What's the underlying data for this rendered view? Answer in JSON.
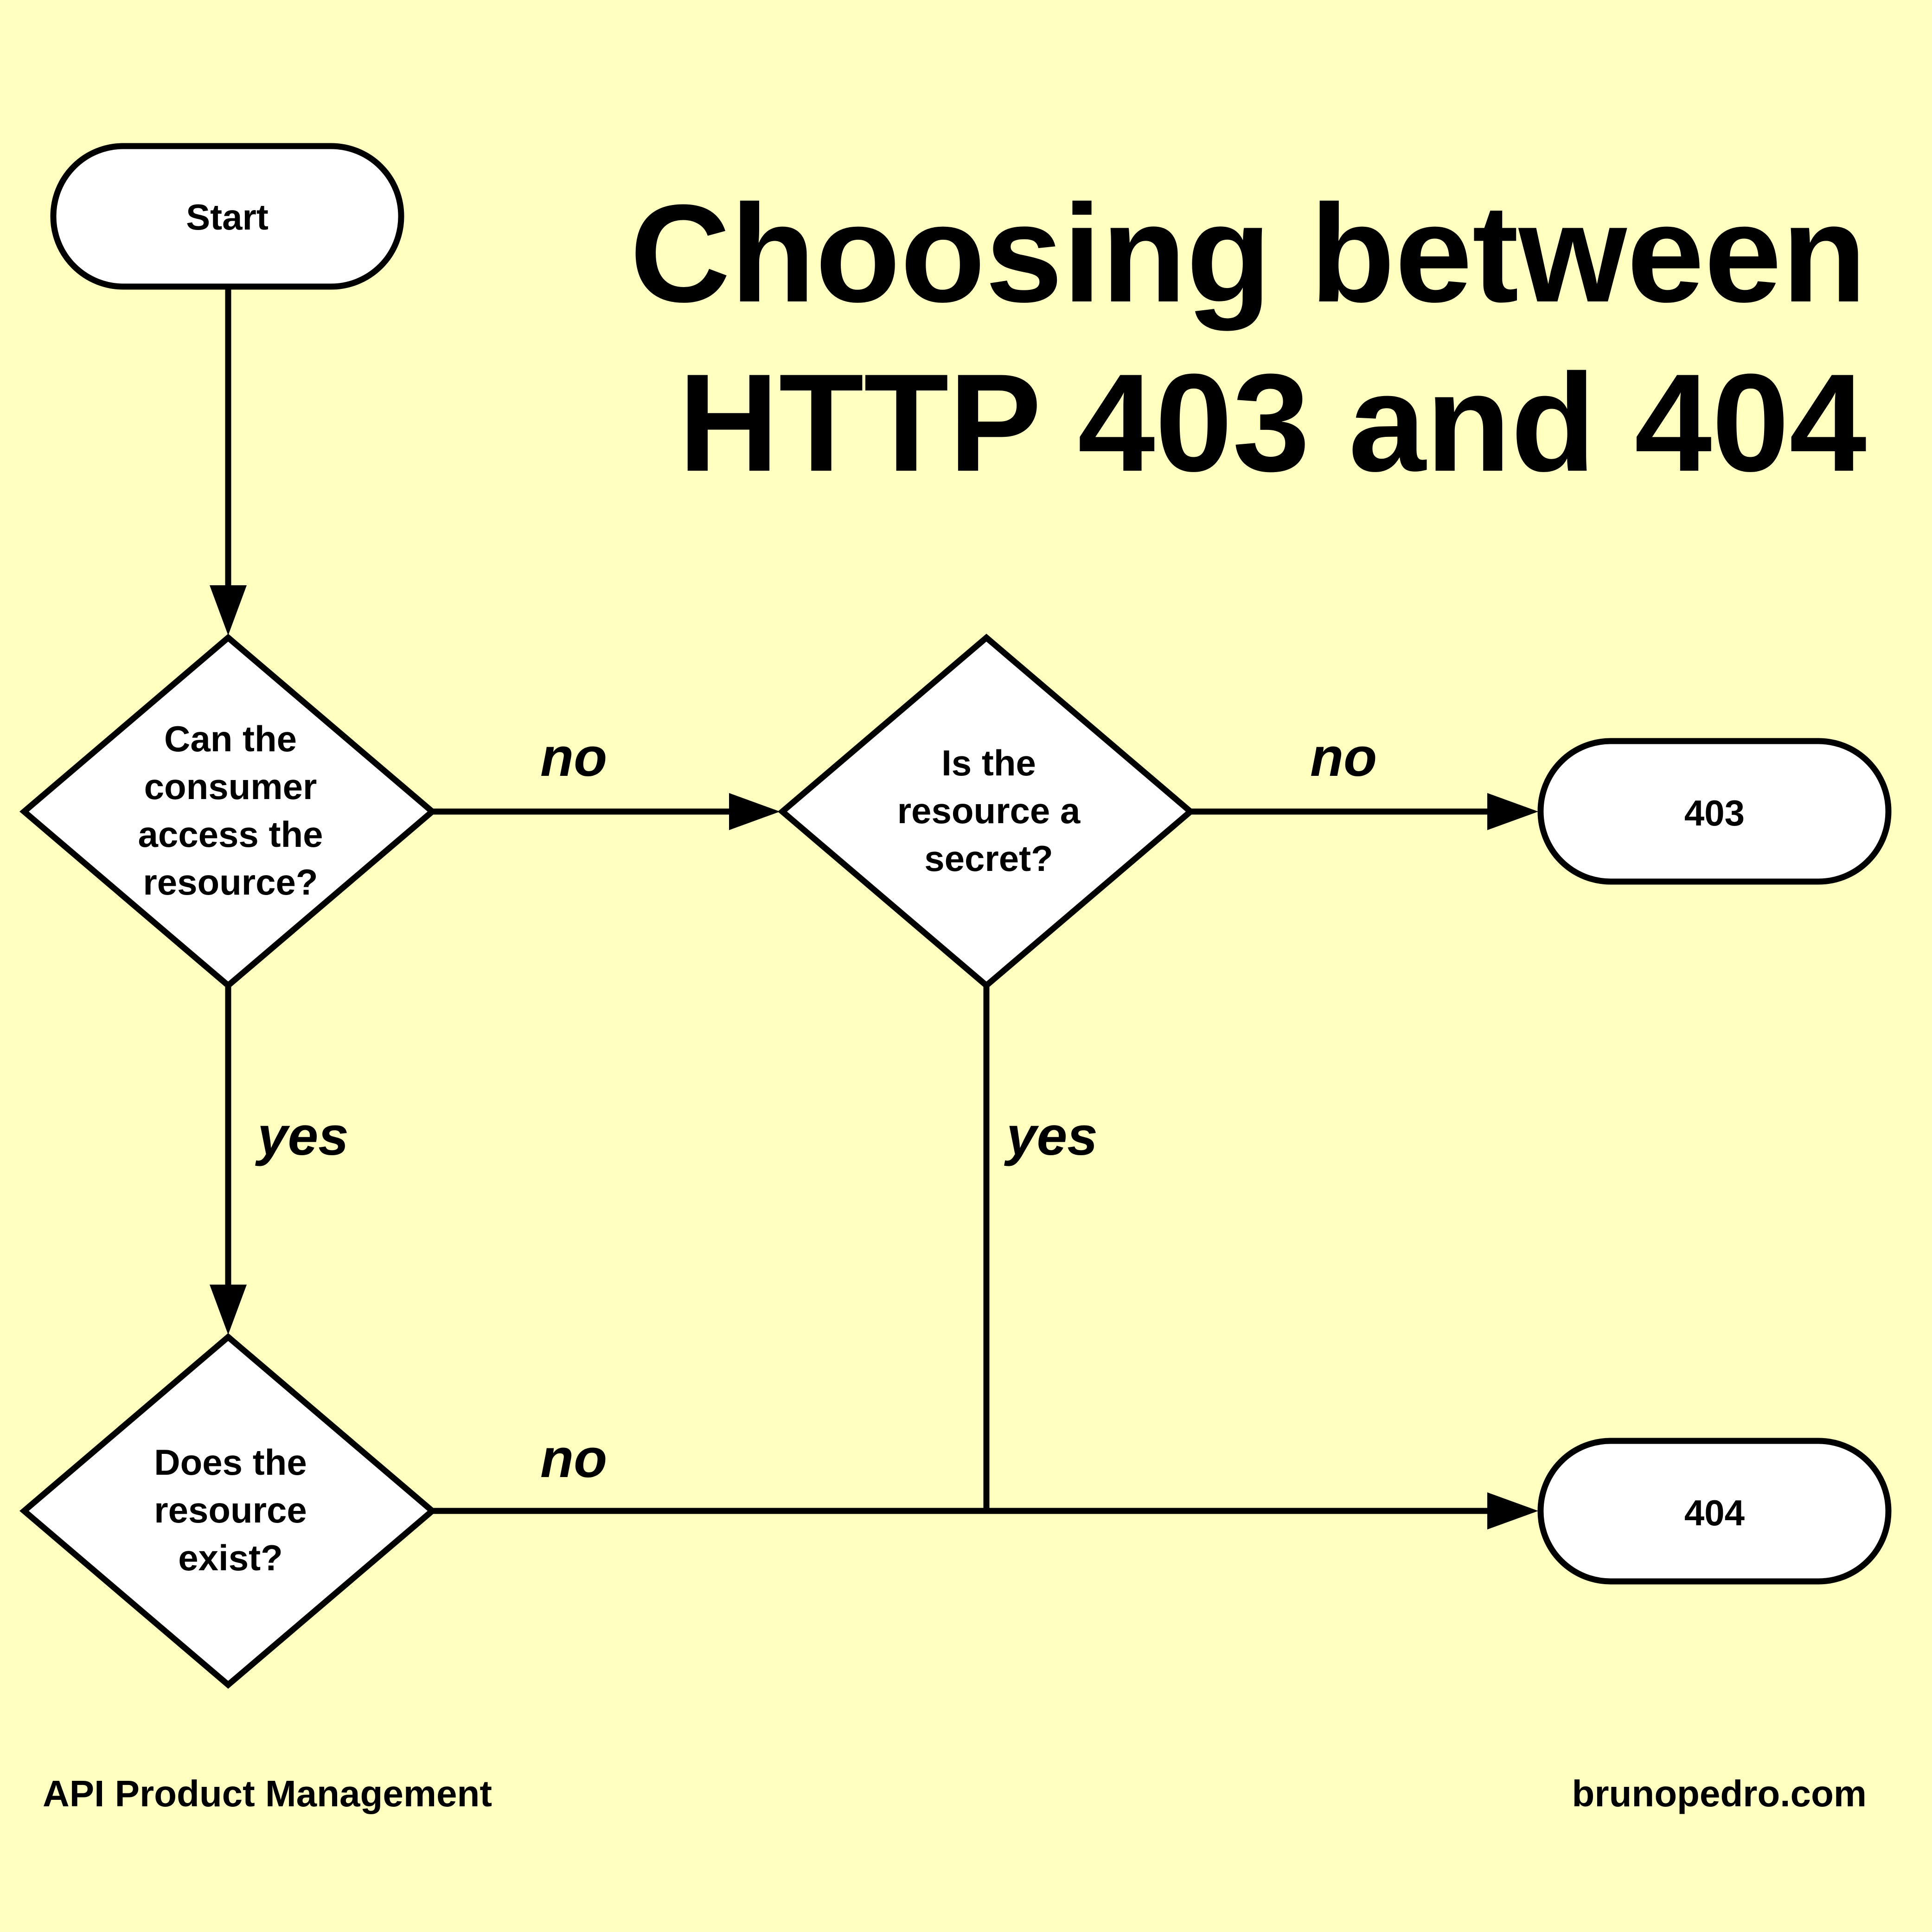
{
  "title": {
    "line1": "Choosing between",
    "line2": "HTTP 403 and 404"
  },
  "nodes": {
    "start": {
      "label": "Start"
    },
    "can_access": {
      "lines": [
        "Can the",
        "consumer",
        "access the",
        "resource?"
      ]
    },
    "is_secret": {
      "lines": [
        "Is the",
        "resource a",
        "secret?"
      ]
    },
    "does_exist": {
      "lines": [
        "Does the",
        "resource",
        "exist?"
      ]
    },
    "result_403": {
      "label": "403"
    },
    "result_404": {
      "label": "404"
    }
  },
  "edges": {
    "access_no": "no",
    "secret_no": "no",
    "access_yes": "yes",
    "secret_yes": "yes",
    "exist_no": "no"
  },
  "footer": {
    "left": "API Product Management",
    "right": "brunopedro.com"
  }
}
